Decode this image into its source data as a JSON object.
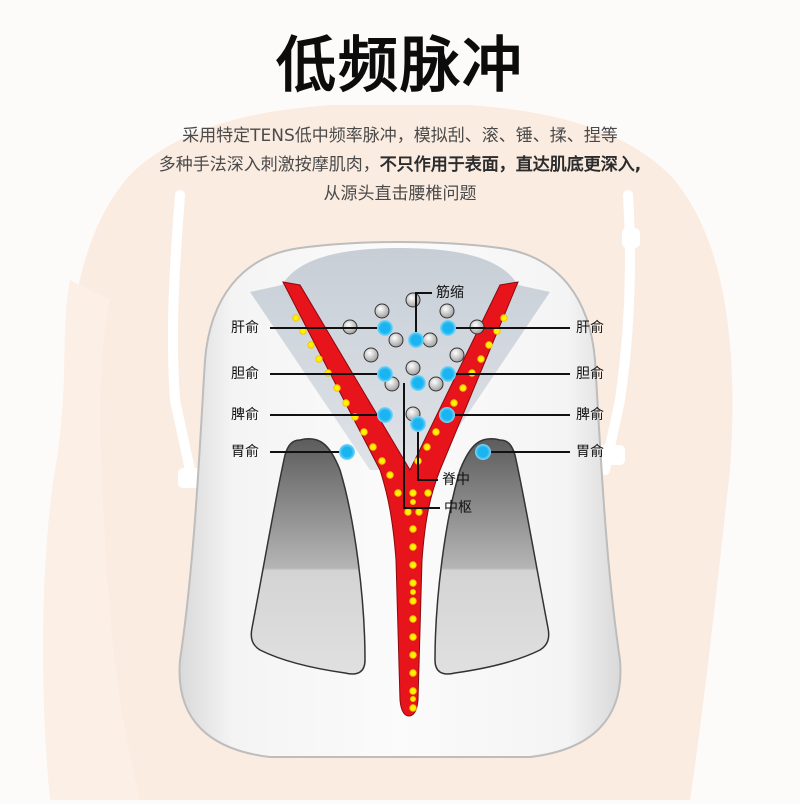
{
  "header": {
    "title": "低频脉冲",
    "description": {
      "line1": "采用特定TENS低中频率脉冲，模拟刮、滚、锤、揉、捏等",
      "line2_normal": "多种手法深入刺激按摩肌肉，",
      "line2_bold": "不只作用于表面，直达肌底更深入",
      "line2_end": ",",
      "line3": "从源头直击腰椎问题"
    }
  },
  "acupoints": {
    "left": [
      "肝俞",
      "胆俞",
      "脾俞",
      "胃俞"
    ],
    "right": [
      "肝俞",
      "胆俞",
      "脾俞",
      "胃俞"
    ],
    "center_top": "筋缩",
    "center_mid": "脊中",
    "center_low": "中枢"
  },
  "colors": {
    "background": "#fdfbf9",
    "skin": "#fbece2",
    "device_shell": "#f2f2f2",
    "device_top": "#c9d0d8",
    "red_band": "#e8141b",
    "led": "#fff200",
    "acupoint": "#1ab4f0",
    "text": "#111111"
  }
}
